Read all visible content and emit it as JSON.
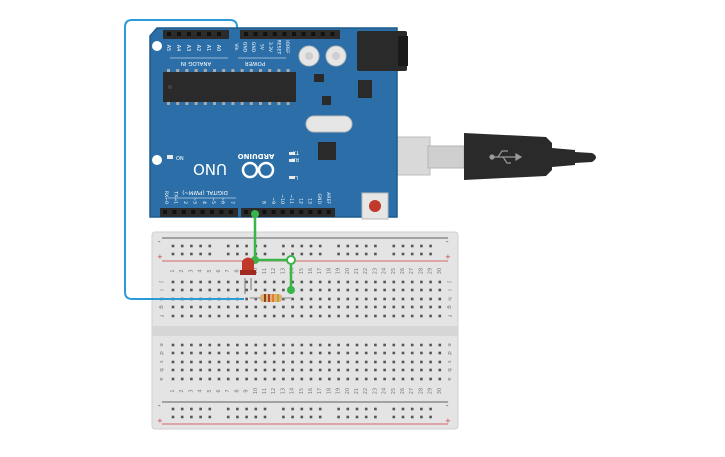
{
  "arduino": {
    "board_label": "ARDUINO",
    "model_label": "UNO",
    "analog_label": "ANALOG IN",
    "power_label": "POWER",
    "digital_label": "DIGITAL (PWM~)",
    "on_label": "ON",
    "tx_label": "TX",
    "rx_label": "RX",
    "l_label": "L",
    "aref_label": "AREF",
    "gnd_label": "GND",
    "analog_pins": [
      "A0",
      "A1",
      "A2",
      "A3",
      "A4",
      "A5"
    ],
    "power_pins": [
      "IOREF",
      "RESET",
      "3.3V",
      "5V",
      "GND",
      "GND",
      "Vin"
    ],
    "digital_pins_low": [
      "7",
      "~6",
      "~5",
      "4",
      "~3",
      "2",
      "TX→1",
      "RX←0"
    ],
    "digital_pins_high": [
      "AREF",
      "GND",
      "13",
      "12",
      "~11",
      "~10",
      "~9",
      "8"
    ],
    "colors": {
      "board": "#2c6fa8",
      "board_dark": "#1f5a8c",
      "header": "#2b2b2b",
      "silkscreen": "#ffffff"
    }
  },
  "breadboard": {
    "column_numbers": [
      "1",
      "2",
      "3",
      "4",
      "5",
      "6",
      "7",
      "8",
      "9",
      "10",
      "11",
      "12",
      "13",
      "14",
      "15",
      "16",
      "17",
      "18",
      "19",
      "20",
      "21",
      "22",
      "23",
      "24",
      "25",
      "26",
      "27",
      "28",
      "29",
      "30"
    ],
    "rows_top": [
      "j",
      "i",
      "h",
      "g",
      "f"
    ],
    "rows_bottom": [
      "e",
      "d",
      "c",
      "b",
      "a"
    ],
    "rail_plus": "+",
    "rail_minus": "-",
    "colors": {
      "body": "#e6e6e6",
      "hole": "#555555",
      "red_rail": "#d23c3c",
      "dark_rail": "#333333"
    }
  },
  "usb_cable": {
    "icon": "usb-icon",
    "color": "#2a2a2a"
  },
  "led": {
    "color": "#c0392b"
  },
  "resistor": {
    "color": "#d9b27a"
  },
  "wires": {
    "signal_color": "#3ab54a",
    "ground_color": "#2b9ad8"
  }
}
